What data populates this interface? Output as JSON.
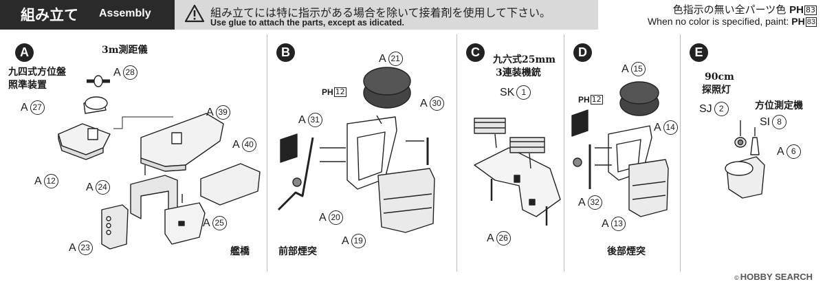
{
  "header": {
    "title_jp": "組み立て",
    "title_en": "Assembly",
    "warning_jp": "組み立てには特に指示がある場合を除いて接着剤を使用して下さい。",
    "warning_en": "Use glue to attach the parts, except as idicated.",
    "color_jp": "色指示の無い全パーツ色",
    "color_en": "When no color is specified, paint:",
    "paint_code": "PH",
    "paint_number": "83"
  },
  "steps": {
    "A": {
      "letter": "A",
      "section": "艦橋",
      "labels": {
        "rangefinder": "3m測距儀",
        "director_l1": "九四式方位盤",
        "director_l2": "照準装置"
      },
      "parts": [
        {
          "code": "A",
          "num": "28"
        },
        {
          "code": "A",
          "num": "27"
        },
        {
          "code": "A",
          "num": "39"
        },
        {
          "code": "A",
          "num": "40"
        },
        {
          "code": "A",
          "num": "12"
        },
        {
          "code": "A",
          "num": "24"
        },
        {
          "code": "A",
          "num": "25"
        },
        {
          "code": "A",
          "num": "23"
        }
      ]
    },
    "B": {
      "letter": "B",
      "section": "前部煙突",
      "paint": {
        "code": "PH",
        "num": "12"
      },
      "parts": [
        {
          "code": "A",
          "num": "21"
        },
        {
          "code": "A",
          "num": "30"
        },
        {
          "code": "A",
          "num": "31"
        },
        {
          "code": "A",
          "num": "20"
        },
        {
          "code": "A",
          "num": "19"
        }
      ]
    },
    "C": {
      "letter": "C",
      "labels": {
        "mg_l1": "九六式25mm",
        "mg_l2": "3連装機銃"
      },
      "parts": [
        {
          "code": "SK",
          "num": "1"
        },
        {
          "code": "A",
          "num": "26"
        }
      ]
    },
    "D": {
      "letter": "D",
      "section": "後部煙突",
      "paint": {
        "code": "PH",
        "num": "12"
      },
      "parts": [
        {
          "code": "A",
          "num": "15"
        },
        {
          "code": "A",
          "num": "14"
        },
        {
          "code": "A",
          "num": "32"
        },
        {
          "code": "A",
          "num": "13"
        }
      ]
    },
    "E": {
      "letter": "E",
      "labels": {
        "searchlight_l1": "90cm",
        "searchlight_l2": "探照灯",
        "dir_finder": "方位測定機"
      },
      "parts": [
        {
          "code": "SJ",
          "num": "2"
        },
        {
          "code": "SI",
          "num": "8"
        },
        {
          "code": "A",
          "num": "6"
        }
      ]
    }
  },
  "watermark": {
    "brand": "HOBBY SEARCH",
    "copyright": "©"
  }
}
